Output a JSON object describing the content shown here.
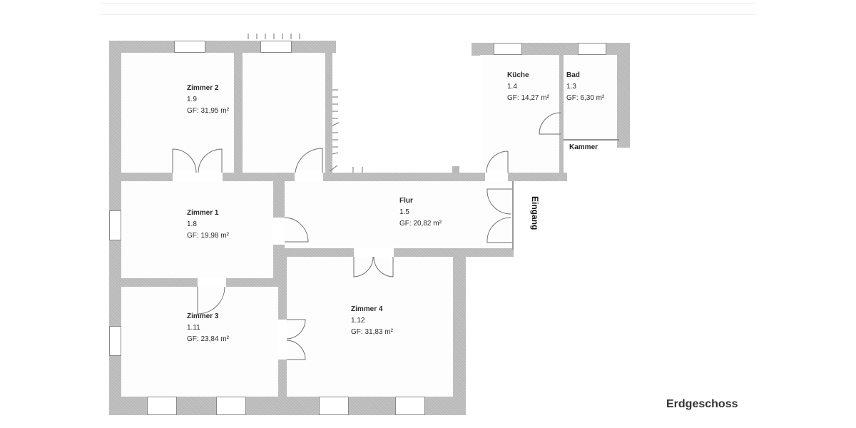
{
  "plan": {
    "title": "Erdgeschoss",
    "entrance_label": "Eingang",
    "area_prefix": "GF:",
    "colors": {
      "wall": "#b9b9b9",
      "room": "#fdfdfd",
      "text": "#2b2b2b",
      "line": "#707070"
    },
    "rooms": [
      {
        "id": "zimmer2",
        "name": "Zimmer 2",
        "number": "1.9",
        "area": "GF: 31,95 m²"
      },
      {
        "id": "kueche",
        "name": "Küche",
        "number": "1.4",
        "area": "GF: 14,27 m²"
      },
      {
        "id": "bad",
        "name": "Bad",
        "number": "1.3",
        "area": "GF: 6,30 m²"
      },
      {
        "id": "kammer",
        "name": "Kammer"
      },
      {
        "id": "zimmer1",
        "name": "Zimmer 1",
        "number": "1.8",
        "area": "GF: 19,98 m²"
      },
      {
        "id": "flur",
        "name": "Flur",
        "number": "1.5",
        "area": "GF: 20,82 m²"
      },
      {
        "id": "zimmer3",
        "name": "Zimmer 3",
        "number": "1.11",
        "area": "GF: 23,84 m²"
      },
      {
        "id": "zimmer4",
        "name": "Zimmer 4",
        "number": "1.12",
        "area": "GF: 31,83 m²"
      }
    ]
  }
}
